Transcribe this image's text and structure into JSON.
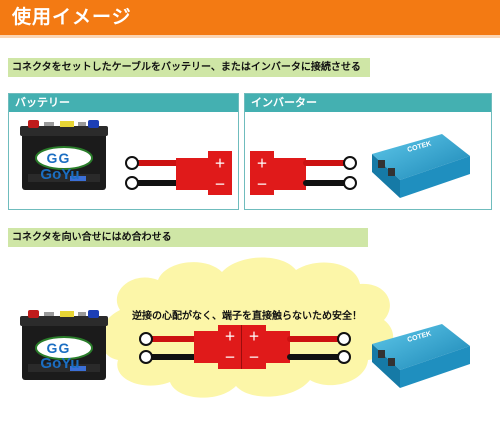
{
  "header": {
    "title": "使用イメージ"
  },
  "step1": {
    "label": "コネクタをセットしたケーブルをバッテリー、またはインバータに接続させる"
  },
  "panels": {
    "battery": {
      "title": "バッテリー"
    },
    "inverter": {
      "title": "インバーター"
    }
  },
  "step2": {
    "label": "コネクタを向い合せにはめ合わせる"
  },
  "cloud": {
    "message": "逆接の心配がなく、端子を直接触らないため安全！"
  },
  "connector": {
    "plus": "＋",
    "minus": "－"
  },
  "battery_brand": "GoYu",
  "inverter_brand": "COTEK",
  "colors": {
    "header": "#f37a13",
    "step_label": "#cfe6a6",
    "panel_title": "#44b0b1",
    "cloud": "#fcf6a8",
    "connector": "#e01a1a",
    "battery_body": "#1b1b1b",
    "inverter_body": "#2aa4cc"
  }
}
